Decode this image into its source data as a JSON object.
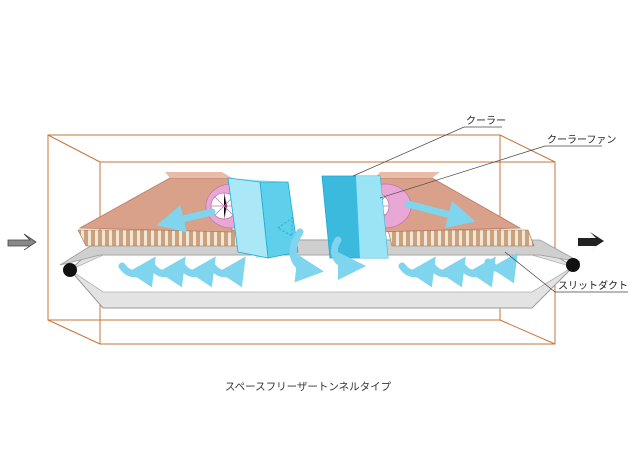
{
  "labels": {
    "cooler": "クーラー",
    "cooler_fan": "クーラーファン",
    "slit_duct": "スリットダクト"
  },
  "caption": "スペースフリーザートンネルタイプ",
  "colors": {
    "frame": "#c8743a",
    "belt": "#cfcfcf",
    "belt_edge": "#9a9a9a",
    "cooler": "#5fd0ec",
    "cooler_dark": "#1fa8d4",
    "airflow": "#7fd4ee",
    "duct": "#d9a08a",
    "duct_dark": "#b87a64",
    "fan": "#e8a7d4",
    "tray": "#c9a27e"
  },
  "icons": [
    "roller-icon",
    "arrow-in-icon",
    "arrow-out-icon",
    "fan-icon"
  ]
}
